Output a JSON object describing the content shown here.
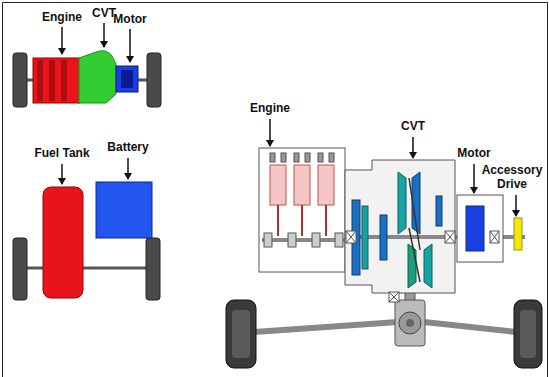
{
  "diagram": {
    "labels": [
      "Engine",
      "CVT",
      "Motor",
      "Fuel Tank",
      "Battery",
      "Engine",
      "CVT",
      "Motor",
      "Accessory Drive"
    ]
  }
}
